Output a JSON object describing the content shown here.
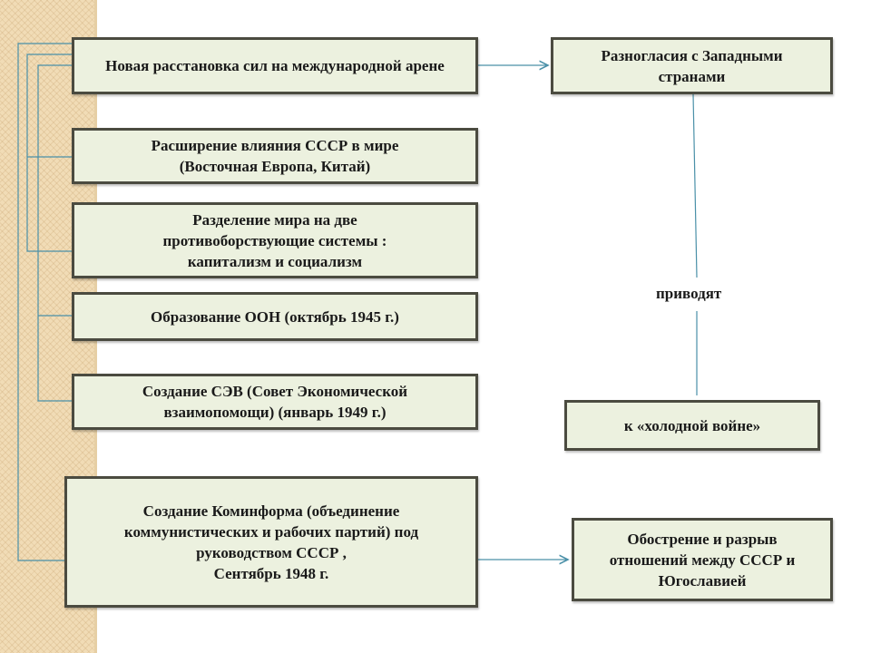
{
  "boxes": {
    "new_balance": "Новая расстановка сил на международной арене",
    "ussr_influence": "Расширение влияния СССР в мире\n(Восточная Европа, Китай)",
    "world_division": "Разделение мира на две\nпротивоборствующие системы :\nкапитализм и социализм",
    "un_formation": "Образование ООН (октябрь 1945 г.)",
    "comecon": "Создание СЭВ (Совет Экономической\nвзаимопомощи) (январь 1949 г.)",
    "cominform": "Создание Коминформа  (объединение\nкоммунистических и рабочих партий) под\nруководством СССР ,\nСентябрь 1948 г.",
    "disagreements": "Разногласия с Западными\nстранами",
    "cold_war": "к «холодной войне»",
    "yugoslavia": "Обострение и разрыв\nотношений между СССР и\nЮгославией"
  },
  "connector_label": "приводят",
  "colors": {
    "box_fill": "#ecf1df",
    "box_border": "#4b4b40",
    "connector": "#4a90a8",
    "side_stripe": "#f1dcb6"
  }
}
